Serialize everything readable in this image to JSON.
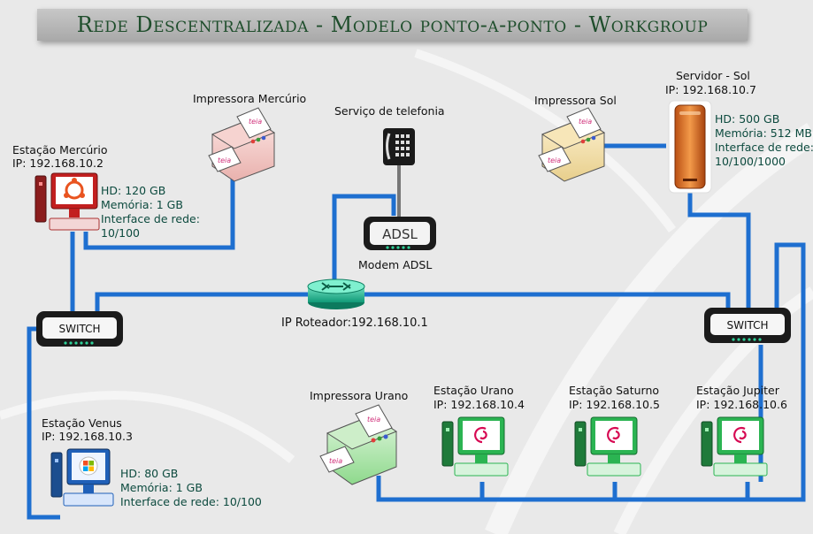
{
  "title": "Rede Descentralizada - Modelo ponto-a-ponto - Workgroup",
  "colors": {
    "wire": "#1e6fd0",
    "title_text": "#1f4e2c",
    "spec_text": "#0c4a3e"
  },
  "printers": {
    "mercurio": {
      "label": "Impressora Mercúrio",
      "brand": "teia"
    },
    "sol": {
      "label": "Impressora Sol",
      "brand": "teia"
    },
    "urano": {
      "label": "Impressora Urano",
      "brand": "teia"
    }
  },
  "telephony": {
    "label": "Serviço de telefonia",
    "icon": "phone-icon"
  },
  "modem": {
    "device_text": "ADSL",
    "label": "Modem ADSL"
  },
  "router": {
    "label": "IP Roteador:192.168.10.1"
  },
  "switches": {
    "left": "SWITCH",
    "right": "SWITCH"
  },
  "server": {
    "name": "Servidor - Sol",
    "ip": "IP: 192.168.10.7",
    "specs": [
      "HD: 500 GB",
      "Memória: 512 MB",
      "Interface de rede:",
      "10/100/1000"
    ]
  },
  "stations": {
    "mercurio": {
      "name": "Estação Mercúrio",
      "ip": "IP: 192.168.10.2",
      "os_icon": "ubuntu-icon",
      "specs": [
        "HD: 120 GB",
        "Memória: 1 GB",
        "Interface de rede:",
        "10/100"
      ]
    },
    "venus": {
      "name": "Estação Venus",
      "ip": "IP: 192.168.10.3",
      "os_icon": "windows-icon",
      "specs": [
        "HD: 80 GB",
        "Memória: 1 GB",
        "Interface de rede: 10/100"
      ]
    },
    "urano": {
      "name": "Estação Urano",
      "ip": "IP: 192.168.10.4",
      "os_icon": "debian-icon"
    },
    "saturno": {
      "name": "Estação Saturno",
      "ip": "IP: 192.168.10.5",
      "os_icon": "debian-icon"
    },
    "jupiter": {
      "name": "Estação Jupiter",
      "ip": "IP: 192.168.10.6",
      "os_icon": "debian-icon"
    }
  }
}
